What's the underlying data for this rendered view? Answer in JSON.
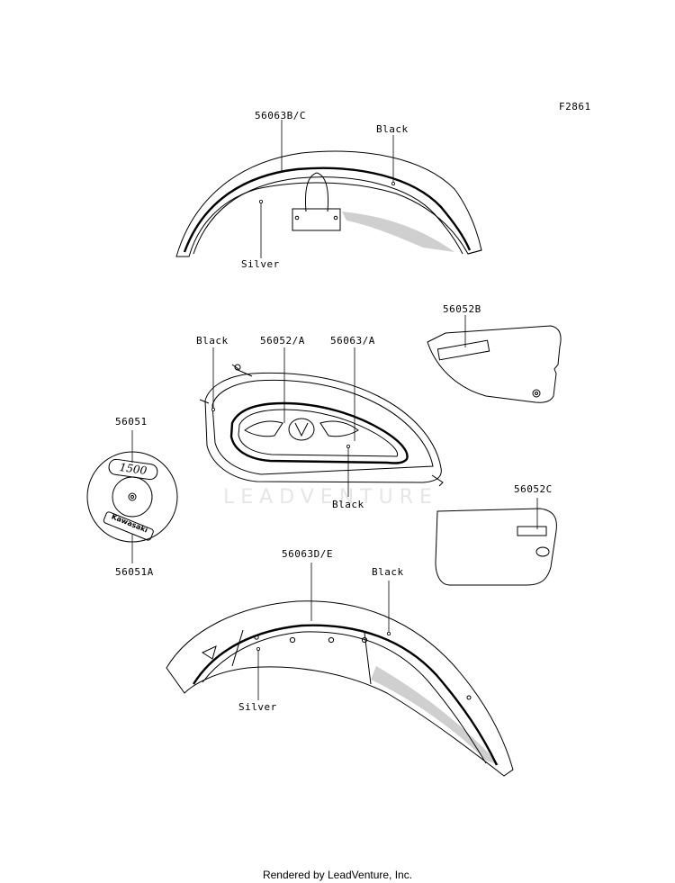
{
  "figure_id": "F2861",
  "watermark": "LEADVENTURE",
  "footer": "Rendered by LeadVenture, Inc.",
  "callouts": {
    "front_fender_part": "56063B/C",
    "front_fender_black": "Black",
    "front_fender_silver": "Silver",
    "tank_black_left": "Black",
    "tank_emblem_part": "56052/A",
    "tank_stripe_part": "56063/A",
    "tank_black_bottom": "Black",
    "side_cover_right_part": "56052B",
    "side_cover_left_part": "56052C",
    "badge_top_part": "56051",
    "badge_bottom_part": "56051A",
    "rear_fender_part": "56063D/E",
    "rear_fender_black": "Black",
    "rear_fender_silver": "Silver"
  },
  "decals": {
    "badge_top_text": "1500",
    "badge_bottom_text": "Kawasaki"
  }
}
